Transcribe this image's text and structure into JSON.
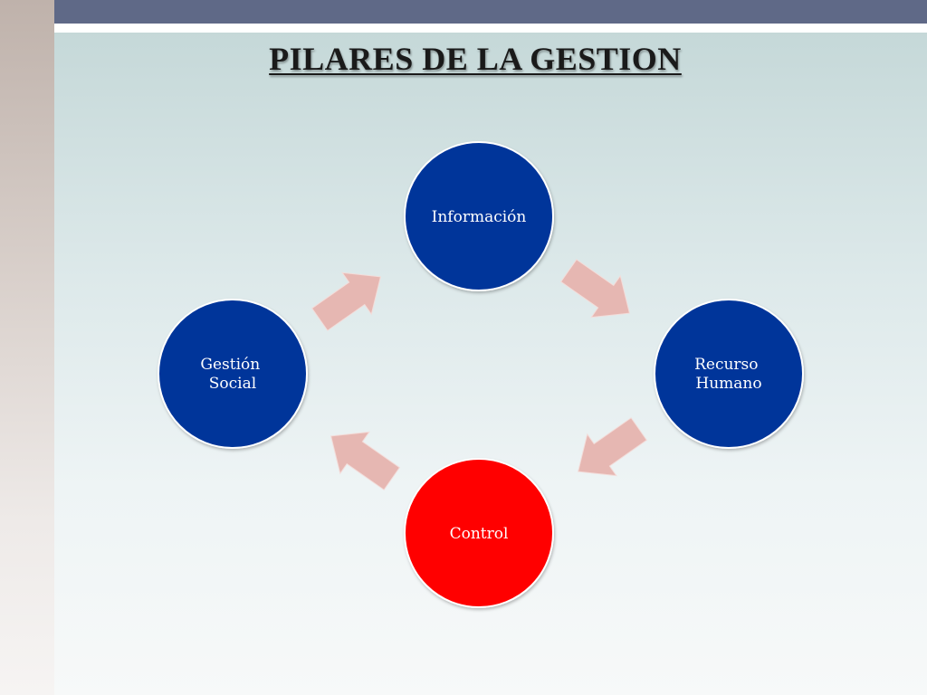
{
  "slide": {
    "title": "PILARES DE LA GESTION"
  },
  "diagram": {
    "nodes": [
      {
        "id": "informacion",
        "lines": [
          "Información"
        ],
        "color": "#00359a"
      },
      {
        "id": "recurso-humano",
        "lines": [
          "Recurso",
          "Humano"
        ],
        "color": "#00359a"
      },
      {
        "id": "control",
        "lines": [
          "Control"
        ],
        "color": "#ff0000"
      },
      {
        "id": "gestion-social",
        "lines": [
          "Gestión",
          "Social"
        ],
        "color": "#00359a"
      }
    ],
    "arrow_color": "#e6b7b2"
  }
}
